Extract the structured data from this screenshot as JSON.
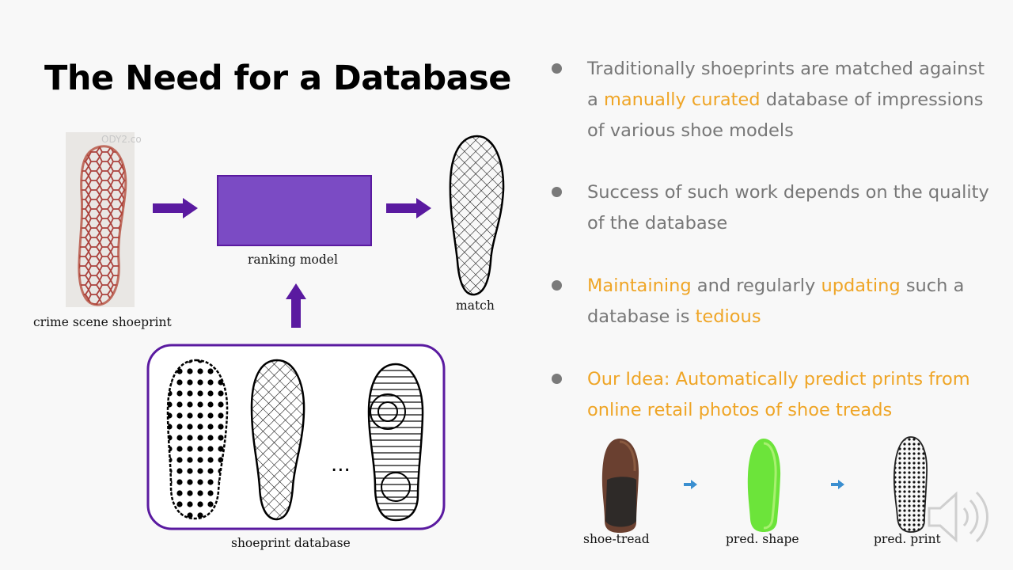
{
  "slide": {
    "title": "The Need for a Database"
  },
  "diagram": {
    "crime_caption": "crime scene shoeprint",
    "model_caption": "ranking model",
    "match_caption": "match",
    "database_caption": "shoeprint database",
    "ellipsis": "...",
    "watermark": "ODY2.co",
    "model_color": "#7b4bc4",
    "arrow_color": "#5a1aa0"
  },
  "bullets": [
    {
      "parts": [
        {
          "text": "Traditionally shoeprints are matched against a ",
          "hl": false
        },
        {
          "text": "manually curated",
          "hl": true
        },
        {
          "text": " database of impressions of various shoe models",
          "hl": false
        }
      ]
    },
    {
      "parts": [
        {
          "text": "Success of such work depends on the quality of the database",
          "hl": false
        }
      ]
    },
    {
      "parts": [
        {
          "text": "Maintaining",
          "hl": true
        },
        {
          "text": " and regularly ",
          "hl": false
        },
        {
          "text": "updating",
          "hl": true
        },
        {
          "text": " such a database is ",
          "hl": false
        },
        {
          "text": "tedious",
          "hl": true
        }
      ]
    },
    {
      "parts": [
        {
          "text": "Our Idea: Automatically predict prints from online retail photos of shoe treads",
          "hl": true
        }
      ]
    }
  ],
  "pipeline": {
    "tread_caption": "shoe-tread",
    "shape_caption": "pred. shape",
    "print_caption": "pred. print",
    "arrow_color": "#3b8fd0"
  },
  "colors": {
    "highlight": "#efa526",
    "text_gray": "#777777"
  }
}
